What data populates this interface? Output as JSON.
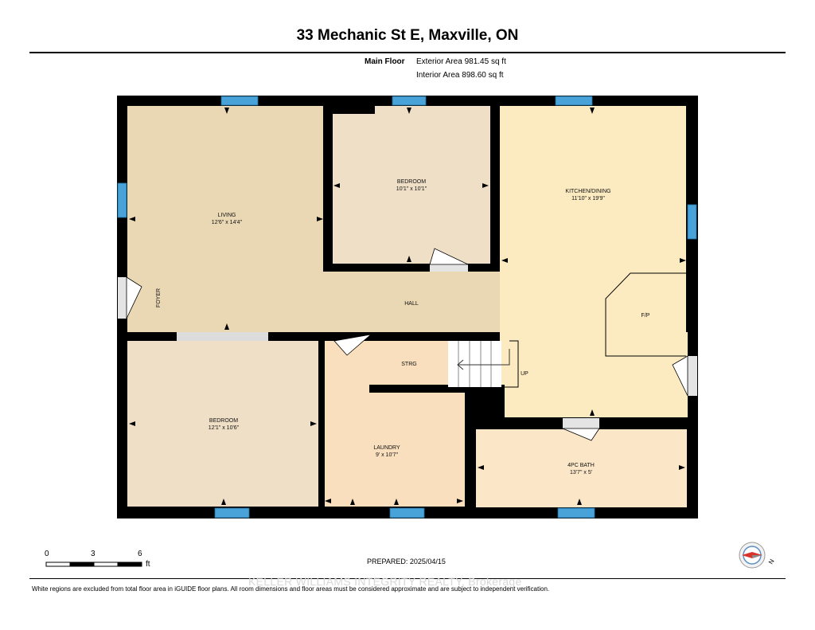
{
  "header": {
    "address": "33 Mechanic St E, Maxville, ON"
  },
  "floor_info": {
    "floor_name": "Main Floor",
    "exterior_area": "Exterior Area 981.45 sq ft",
    "interior_area": "Interior Area 898.60 sq ft"
  },
  "rooms": {
    "living": {
      "name": "LIVING",
      "dims": "12'6\" x 14'4\""
    },
    "bedroom_top": {
      "name": "BEDROOM",
      "dims": "10'1\" x 10'1\""
    },
    "kitchen": {
      "name": "KITCHEN/DINING",
      "dims": "11'10\" x 19'9\""
    },
    "foyer": {
      "name": "FOYER"
    },
    "hall": {
      "name": "HALL"
    },
    "fireplace": {
      "name": "F/P"
    },
    "strg": {
      "name": "STRG"
    },
    "stairs": {
      "name": "UP"
    },
    "bedroom_bottom": {
      "name": "BEDROOM",
      "dims": "12'1\" x 10'6\""
    },
    "laundry": {
      "name": "LAUNDRY",
      "dims": "9' x 10'7\""
    },
    "bath": {
      "name": "4PC BATH",
      "dims": "13'7\" x 5'"
    }
  },
  "scale_bar": {
    "tick_0": "0",
    "tick_3": "3",
    "tick_6": "6",
    "unit": "ft"
  },
  "prepared": "PREPARED: 2025/04/15",
  "compass": {
    "north_label": "N"
  },
  "watermark": "KELLER WILLIAMS INTEGRITY REALTY, Brokerage",
  "disclaimer": "White regions are excluded from total floor area in iGUIDE floor plans. All room dimensions and floor areas must be considered approximate and are subject to independent verification.",
  "colors": {
    "living": "#ead8b4",
    "bedroom": "#efdfc6",
    "kitchen": "#fcebc1",
    "hall": "#ead8b4",
    "laundry": "#f9dfbd",
    "bath": "#fbe7c7",
    "wall": "#000000",
    "window": "#4aa3d8"
  }
}
